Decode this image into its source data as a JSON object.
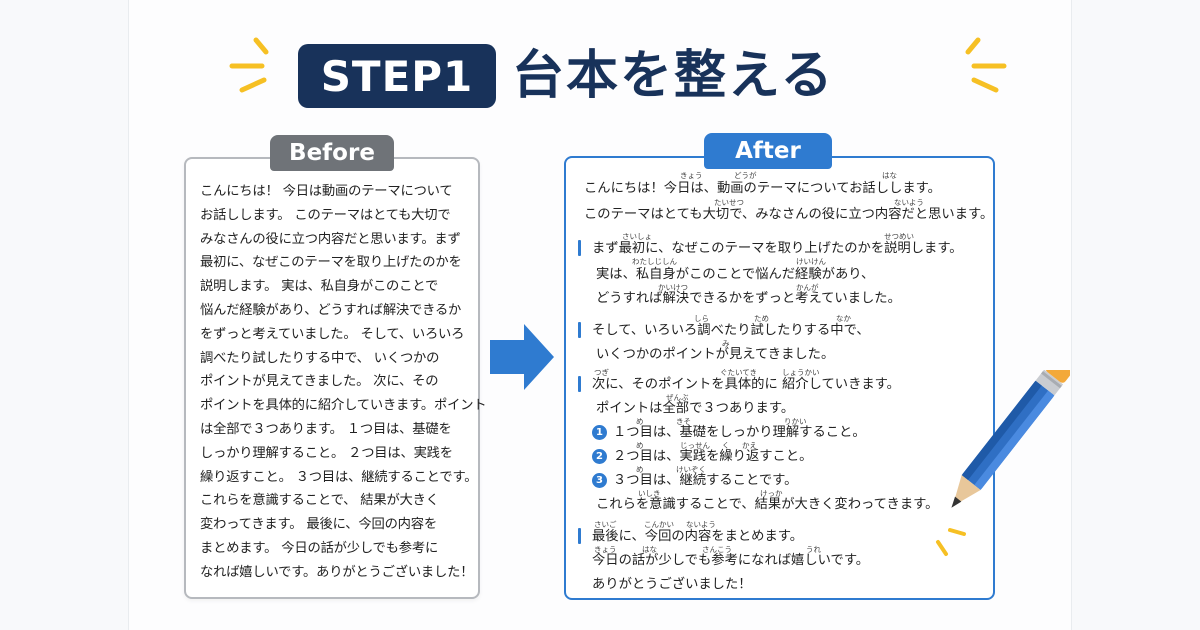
{
  "title": {
    "badge": "STEP1",
    "text": "台本を整える"
  },
  "before": {
    "tab_label": "Before",
    "lines": [
      "こんにちは！ 今日は動画のテーマについて",
      "お話しします。 このテーマはとても大切で",
      "みなさんの役に立つ内容だと思います。まず",
      "最初に、なぜこのテーマを取り上げたのかを",
      "説明します。 実は、私自身がこのことで",
      "悩んだ経験があり、どうすれば解決できるか",
      "をずっと考えていました。 そして、いろいろ",
      "調べたり試したりする中で、 いくつかの",
      "ポイントが見えてきました。 次に、その",
      "ポイントを具体的に紹介していきます。ポイント",
      "は全部で３つあります。 １つ目は、基礎を",
      "しっかり理解すること。 ２つ目は、実践を",
      "繰り返すこと。 ３つ目は、継続することです。",
      "これらを意識することで、 結果が大きく",
      "変わってきます。 最後に、今回の内容を",
      "まとめます。 今日の話が少しでも参考に",
      "なれば嬉しいです。ありがとうございました！"
    ]
  },
  "after": {
    "tab_label": "After",
    "lines": [
      "こんにちは！今日は、動画のテーマについてお話しします。",
      "このテーマはとても大切で、みなさんの役に立つ内容だと思います。",
      "まず最初に、なぜこのテーマを取り上げたのかを説明します。",
      "実は、私自身がこのことで悩んだ経験があり、",
      "どうすれば解決できるかをずっと考えていました。",
      "そして、いろいろ調べたり試したりする中で、",
      "いくつかのポイントが見えてきました。",
      "次に、そのポイントを具体的に 紹介していきます。",
      "ポイントは全部で３つあります。",
      "１つ目は、基礎をしっかり理解すること。",
      "２つ目は、実践を繰り返すこと。",
      "３つ目は、継続することです。",
      "これらを意識することで、結果が大きく変わってきます。",
      "最後に、今回の内容をまとめます。",
      "今日の話が少しでも参考になれば嬉しいです。",
      "ありがとうございました！"
    ],
    "list_numbers": [
      "1",
      "2",
      "3"
    ],
    "furigana": {
      "kyou": "きょう",
      "douga": "どうが",
      "hana": "はな",
      "taisetsu": "たいせつ",
      "naiyou": "ないよう",
      "saisho": "さいしょ",
      "setsumei": "せつめい",
      "watashijishin": "わたしじしん",
      "keiken": "けいけん",
      "kaiketsu": "かいけつ",
      "kanga": "かんが",
      "shira": "しら",
      "tame": "ため",
      "naka": "なか",
      "mi": "み",
      "tsugi": "つぎ",
      "gutaiteki": "ぐたいてき",
      "shoukai": "しょうかい",
      "zenbu": "ぜんぶ",
      "me": "め",
      "kiso": "きそ",
      "rikai": "りかい",
      "jissen": "じっせん",
      "ku": "く",
      "kae": "かえ",
      "keizoku": "けいぞく",
      "ishiki": "いしき",
      "kekka": "けっか",
      "saigo": "さいご",
      "konkai": "こんかい",
      "sankou": "さんこう",
      "ure": "うれ"
    }
  },
  "colors": {
    "navy": "#18325a",
    "blue": "#2f7bd0",
    "gray_tab": "#6f7378",
    "spark_yellow": "#f6c024"
  },
  "icons": [
    "sparkle-icon",
    "right-arrow-icon",
    "pencil-icon",
    "number-circle-icon"
  ]
}
